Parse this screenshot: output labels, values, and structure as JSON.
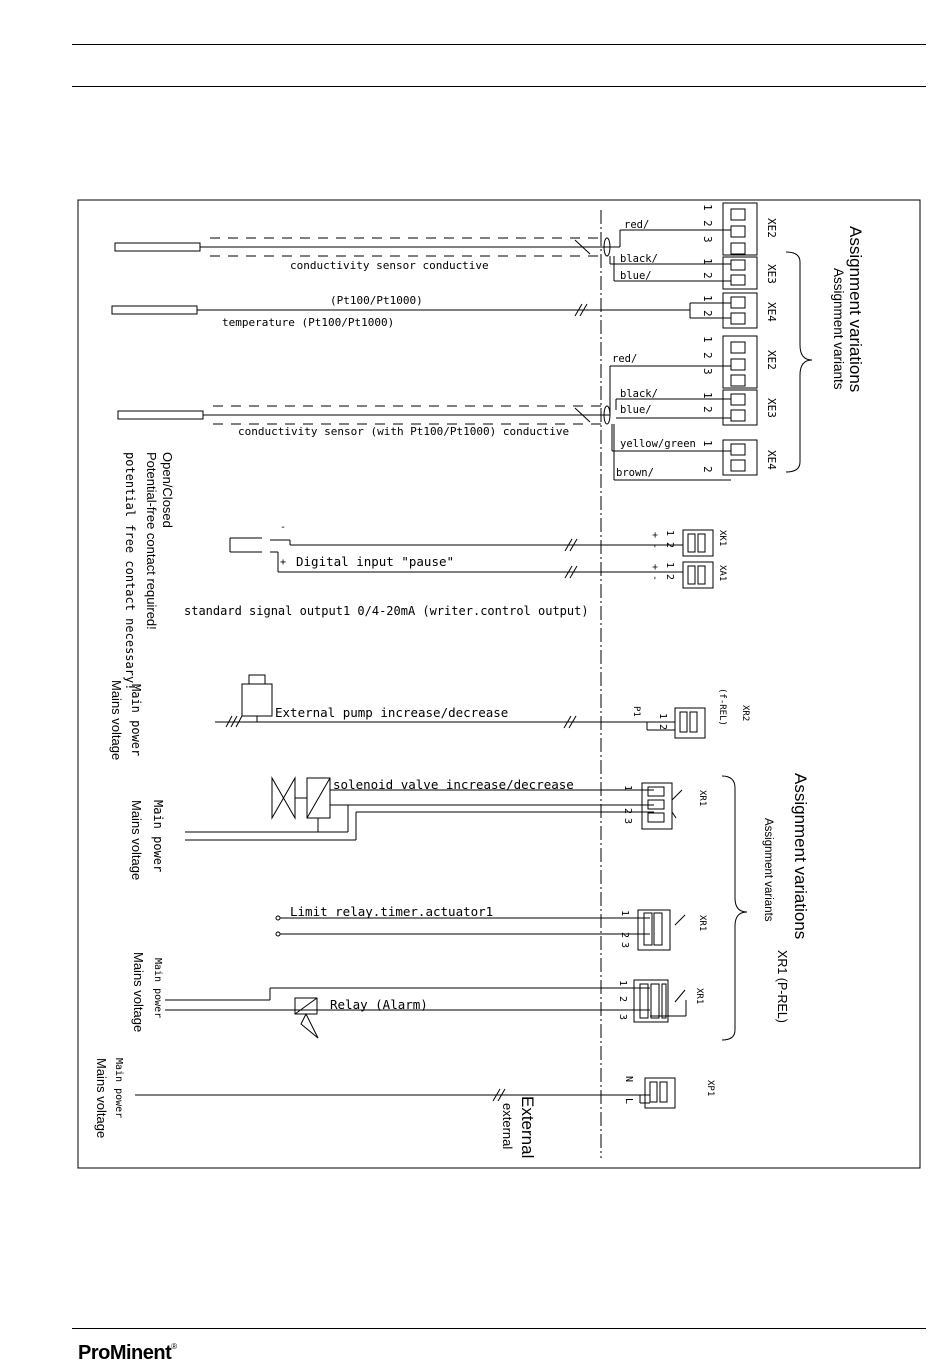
{
  "footer": {
    "brand": "ProMinent",
    "registered": "®"
  },
  "diagram": {
    "terminals": {
      "xe2": "XE2",
      "xe3": "XE3",
      "xe4": "XE4",
      "xk1": "XK1",
      "xa1": "XA1",
      "xr2": "XR2",
      "frel": "(f-REL)",
      "p1": "P1",
      "xr1": "XR1",
      "xp1": "XP1",
      "xr1_prel": "XR1 (P-REL)"
    },
    "wires": {
      "red": "red/",
      "black": "black/",
      "blue": "blue/",
      "yellow_green": "yellow/green",
      "brown": "brown/"
    },
    "pins": {
      "n1": "1",
      "n2": "2",
      "n3": "3",
      "n": "N",
      "l": "L",
      "plus": "+",
      "minus": "-"
    },
    "labels": {
      "sensor1": "conductivity sensor conductive",
      "pt_top": "(Pt100/Pt1000)",
      "temperature": "temperature (Pt100/Pt1000)",
      "sensor2": "conductivity sensor (with Pt100/Pt1000) conductive",
      "digital_input": "Digital input \"pause\"",
      "std_signal": "standard signal output1  0/4-20mA (writer.control output)",
      "pump": "External pump increase/decrease",
      "solenoid": "solenoid valve increase/decrease",
      "limit": "Limit  relay.timer.actuator1",
      "relay": "Relay (Alarm)"
    },
    "side": {
      "assign_variations": "Assignment variations",
      "assign_variants": "Assignment variants",
      "open_closed": "Open/Closed",
      "potential_free_req": "Potential-free contact required!",
      "potential_free_nec": "potential free contact necessary!",
      "main_power": "Main power",
      "mains_voltage": "Mains voltage",
      "external_big": "External",
      "external_small": "external"
    }
  }
}
